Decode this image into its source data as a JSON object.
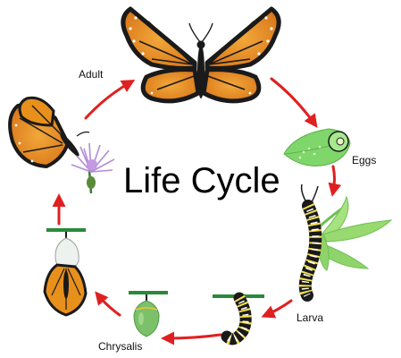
{
  "title": "Life Cycle",
  "stages": {
    "adult": "Adult",
    "eggs": "Eggs",
    "larva": "Larva",
    "chrysalis": "Chrysalis"
  },
  "colors": {
    "arrow": "#e02020",
    "wing_orange": "#e8901c",
    "wing_black": "#1a1a1a",
    "leaf_green": "#8fd46a",
    "egg_green": "#7fd66a",
    "chrysalis_green": "#7cc06a",
    "flower_purple": "#b48ad8"
  },
  "icons": [
    "monarch-butterfly-icon",
    "egg-leaf-icon",
    "caterpillar-icon",
    "chrysalis-icon",
    "butterfly-on-flower-icon"
  ]
}
